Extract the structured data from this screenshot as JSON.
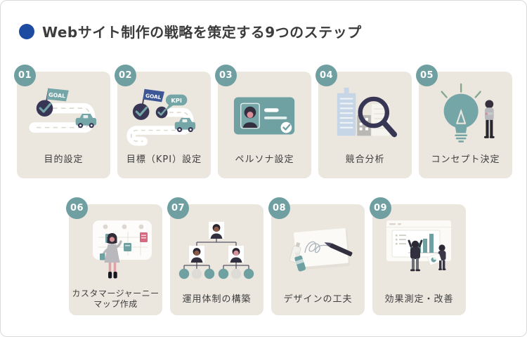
{
  "page": {
    "background": "#ffffff",
    "border_color": "#d9d9d9"
  },
  "title": {
    "text": "Webサイト制作の戦略を策定する9つのステップ",
    "bullet_color": "#1c4ba1",
    "text_color": "#3c3c3c"
  },
  "colors": {
    "card_background": "#ebe6de",
    "badge_teal": "#6f9fa1",
    "illustration_teal": "#74a5a7",
    "illustration_navy": "#373655",
    "flag_navy": "#3d5796",
    "accent_pink": "#d6697f",
    "skin_pink": "#d98f9a",
    "building_blue": "#c7d6e6",
    "label_text": "#3e3e3e"
  },
  "steps": [
    {
      "number": "01",
      "label": "目的設定",
      "icon": "goal-road-icon",
      "flag_text": "GOAL"
    },
    {
      "number": "02",
      "label": "目標（KPI）設定",
      "icon": "goal-kpi-road-icon",
      "flag_text": "GOAL",
      "bubble_text": "KPI"
    },
    {
      "number": "03",
      "label": "ペルソナ設定",
      "icon": "persona-id-card-icon"
    },
    {
      "number": "04",
      "label": "競合分析",
      "icon": "buildings-magnifier-icon"
    },
    {
      "number": "05",
      "label": "コンセプト決定",
      "icon": "lightbulb-person-icon"
    },
    {
      "number": "06",
      "label_line1": "カスタマージャーニー",
      "label_line2": "マップ作成",
      "icon": "journey-map-board-icon"
    },
    {
      "number": "07",
      "label": "運用体制の構築",
      "icon": "org-chart-icon"
    },
    {
      "number": "08",
      "label": "デザインの工夫",
      "icon": "canvas-pen-paint-icon"
    },
    {
      "number": "09",
      "label": "効果測定・改善",
      "icon": "bar-chart-people-icon"
    }
  ]
}
